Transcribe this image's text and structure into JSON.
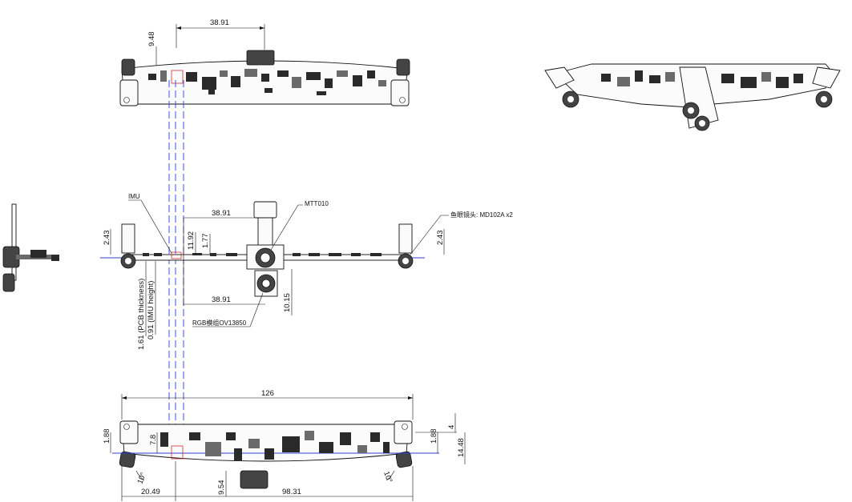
{
  "dimensions": {
    "top_offset": "38.91",
    "top_height": "9.48",
    "mid_top_width": "38.91",
    "mid_lens_left": "2.43",
    "mid_lens_right": "2.43",
    "mid_v1": "11.92",
    "mid_v2": "1.77",
    "mid_bottom_width": "38.91",
    "mid_rgb_height": "10.15",
    "pcb_thickness": "1.61 (PCB thickness)",
    "imu_height": "0.91 (IMU height)",
    "total_width": "126",
    "bottom_left_edge": "1.88",
    "bottom_small": "7.8",
    "bottom_right_edge": "1.88",
    "bottom_right_4": "4",
    "bottom_right_height": "14.48",
    "angle_left": "10°",
    "angle_right": "10°",
    "bottom_left_offset": "20.49",
    "bottom_depth": "9.54",
    "bottom_span": "98.31"
  },
  "labels": {
    "imu": "IMU",
    "mtt": "MTT010",
    "fisheye": "鱼眼镜头: MD102A x2",
    "rgb": "RGB模组OV13850"
  },
  "colors": {
    "line": "#111111",
    "centerline": "#2b3fd9",
    "imu_marker": "#d23030"
  }
}
